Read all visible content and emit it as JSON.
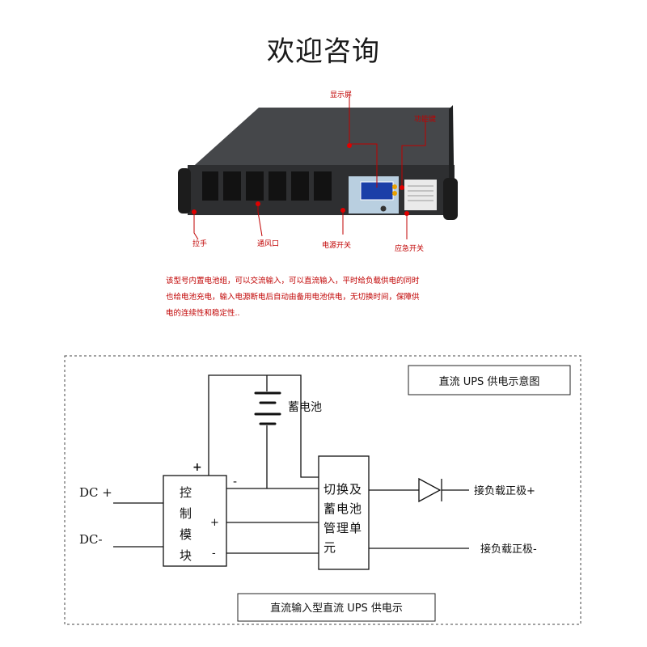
{
  "header": {
    "title": "欢迎咨询"
  },
  "product": {
    "callouts": {
      "display": "显示屏",
      "function_keys": "功能键",
      "handle": "拉手",
      "vent": "通风口",
      "power_switch": "电源开关",
      "emergency_switch": "应急开关"
    },
    "description": [
      "该型号内置电池组，可以交流输入，可以直流输入，平时给负载供电的同时",
      "也给电池充电，输入电源断电后自动由备用电池供电，无切换时间，保障供",
      "电的连续性和稳定性.."
    ]
  },
  "diagram": {
    "title": "直流 UPS 供电示意图",
    "caption": "直流输入型直流 UPS 供电示",
    "battery_label": "蓄电池",
    "dc_plus": "DC +",
    "dc_minus": "DC-",
    "control_module": [
      "控",
      "制",
      "模",
      "块"
    ],
    "switch_unit": [
      "切换及",
      "蓄电池",
      "管理单",
      "元"
    ],
    "plus_top": "+",
    "minus_top": "-",
    "plus_mid": "+",
    "minus_mid": "-",
    "load_positive": "接负载正极+",
    "load_negative": "接负载正极-"
  },
  "colors": {
    "callout_red": "#c00000",
    "device_body": "#3a3b3d",
    "line": "#111111"
  }
}
